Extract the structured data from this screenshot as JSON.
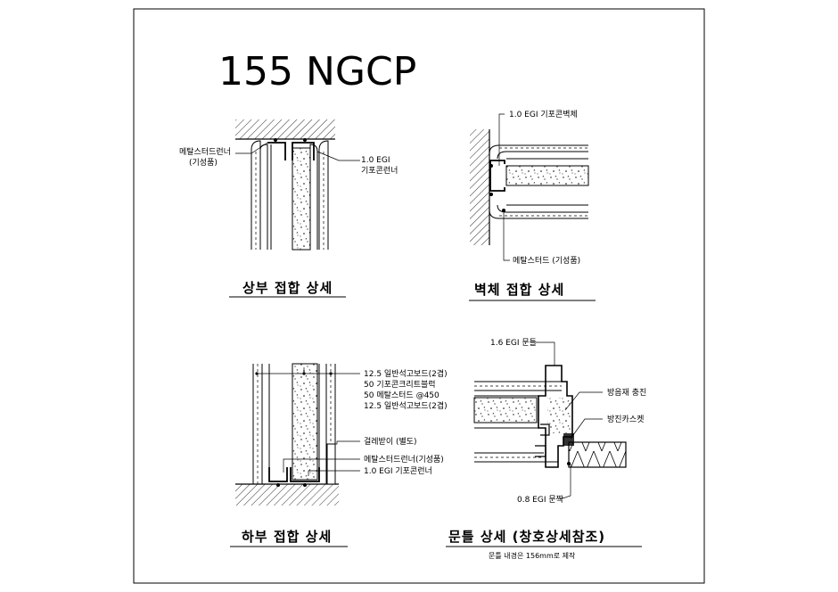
{
  "drawing_title": "155 NGCP",
  "top": {
    "title": "상부 접합 상세",
    "labels": [
      "메탈스터드런너",
      "(기성품)",
      "1.0 EGI",
      "기포콘런너"
    ]
  },
  "wall": {
    "title": "벽체 접합 상세",
    "labels": [
      "1.0 EGI 기포콘벽체",
      "메탈스터드 (기성품)"
    ]
  },
  "bottom": {
    "title": "하부 접합 상세",
    "labels": [
      "12.5 일반석고보드(2겹)",
      "50    기포콘크리트블럭",
      "50    메탈스터드 @450",
      "12.5 일반석고보드(2겹)",
      "걸레받이 (별도)",
      "메탈스터드런너(기성품)",
      "1.0 EGI 기포콘런너"
    ]
  },
  "door": {
    "title": "문틀 상세 (창호상세참조)",
    "note": "문틀 내경은 156mm로 제작",
    "labels": [
      "1.6 EGI 문틀",
      "방음재 충진",
      "방진카스켓",
      "0.8 EGI 문짝"
    ]
  }
}
